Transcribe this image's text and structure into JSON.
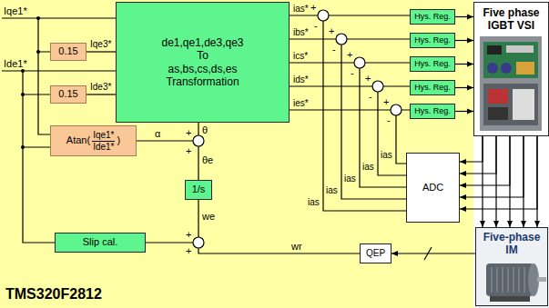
{
  "diagram": {
    "nodes": [
      {
        "text": [
          "de1,qe1,de3,qe3 To as,bs,cs,ds,es Transformation"
        ]
      },
      {
        "text": [
          "0.15"
        ]
      },
      {
        "text": [
          "0.15"
        ]
      },
      {
        "text": [
          "Atan(",
          "Iqe1*",
          "Ide1*",
          ")"
        ]
      },
      {
        "text": [
          "1/s"
        ]
      },
      {
        "text": [
          "Slip cal."
        ]
      },
      {
        "text": [
          "Hys. Reg."
        ]
      },
      {
        "text": [
          "Hys. Reg."
        ]
      },
      {
        "text": [
          "Hys. Reg."
        ]
      },
      {
        "text": [
          "Hys. Reg."
        ]
      },
      {
        "text": [
          "Hys. Reg."
        ]
      },
      {
        "text": [
          "Five phase IGBT VSI"
        ]
      },
      {
        "text": [
          "ADC"
        ]
      },
      {
        "text": [
          "QEP"
        ]
      },
      {
        "text": [
          "Five-phase IM"
        ]
      }
    ],
    "edges": [
      {
        "from": 1,
        "to": 0,
        "label": "Iqe3*",
        "arrow": "none"
      },
      {
        "from": 2,
        "to": 0,
        "label": "Ide3*",
        "arrow": "none"
      },
      {
        "from": 6,
        "to": 11,
        "arrow": "to"
      },
      {
        "from": 7,
        "to": 11,
        "arrow": "to"
      },
      {
        "from": 8,
        "to": 11,
        "arrow": "to"
      },
      {
        "from": 9,
        "to": 11,
        "arrow": "to"
      },
      {
        "from": 10,
        "to": 11,
        "arrow": "to"
      },
      {
        "from": 11,
        "to": 14,
        "arrow": "to"
      },
      {
        "from": 11,
        "to": 14,
        "arrow": "to"
      },
      {
        "from": 11,
        "to": 14,
        "arrow": "to"
      },
      {
        "from": 11,
        "to": 14,
        "arrow": "to"
      },
      {
        "from": 11,
        "to": 14,
        "arrow": "to"
      },
      {
        "from": 11,
        "to": 12,
        "arrow": "to"
      },
      {
        "from": 11,
        "to": 12,
        "arrow": "to"
      },
      {
        "from": 11,
        "to": 12,
        "arrow": "to"
      },
      {
        "from": 11,
        "to": 12,
        "arrow": "to"
      },
      {
        "from": 11,
        "to": 12,
        "arrow": "to"
      },
      {
        "from": 14,
        "to": 13,
        "arrow": "to"
      }
    ],
    "labels": [
      "Iqe1*",
      "Ide1*",
      "α",
      "θ",
      "θe",
      "we",
      "wr",
      "ias*",
      "ibs*",
      "ics*",
      "ids*",
      "ies*",
      "ias",
      "ias",
      "ias",
      "ias",
      "ias",
      "+",
      "-",
      "+",
      "-",
      "+",
      "-",
      "+",
      "-",
      "+",
      "-",
      "+",
      "+",
      "+",
      "+",
      "TMS320F2812"
    ]
  }
}
